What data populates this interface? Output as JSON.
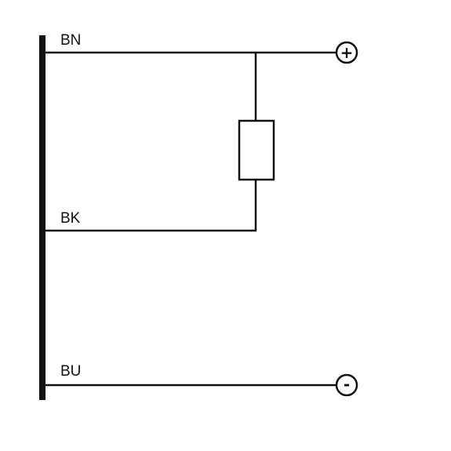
{
  "diagram": {
    "wires": {
      "brown": {
        "label": "BN"
      },
      "black": {
        "label": "BK"
      },
      "blue": {
        "label": "BU"
      }
    },
    "terminals": {
      "positive": {
        "symbol": "+"
      },
      "negative": {
        "symbol": "-"
      }
    },
    "colors": {
      "line": "#111111",
      "background": "#ffffff"
    }
  }
}
